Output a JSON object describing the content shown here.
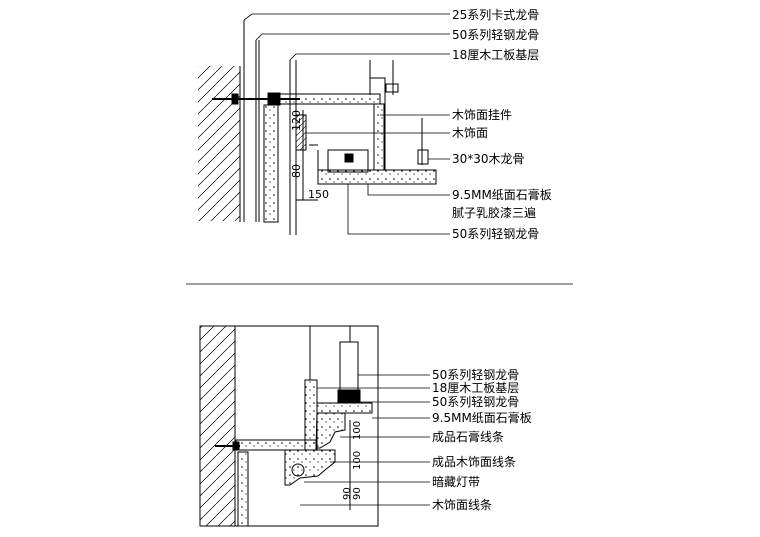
{
  "top_detail": {
    "labels": [
      "25系列卡式龙骨",
      "50系列轻钢龙骨",
      "18厘木工板基层",
      "木饰面挂件",
      "木饰面",
      "30*30木龙骨",
      "9.5MM纸面石膏板",
      "腻子乳胶漆三遍",
      "50系列轻钢龙骨"
    ],
    "dimensions": [
      "120",
      "80",
      "150"
    ]
  },
  "bottom_detail": {
    "labels": [
      "50系列轻钢龙骨",
      "18厘木工板基层",
      "50系列轻钢龙骨",
      "9.5MM纸面石膏板",
      "成品石膏线条",
      "成品木饰面线条",
      "暗藏灯带",
      "木饰面线条"
    ],
    "dimensions": [
      "100",
      "100",
      "90",
      "90"
    ]
  },
  "colors": {
    "line": "#000000",
    "background": "#ffffff"
  }
}
